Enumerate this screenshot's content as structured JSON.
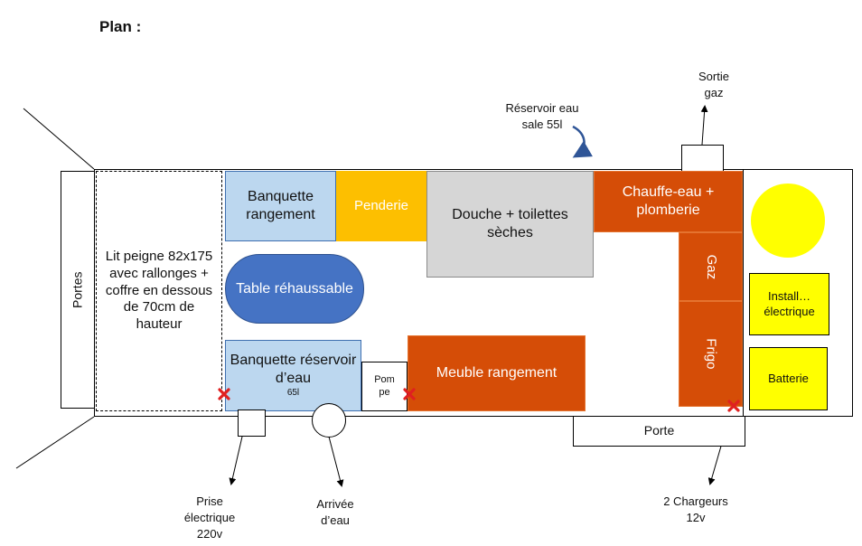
{
  "title": "Plan :",
  "doors_label": "Portes",
  "bed_label": "Lit peigne 82x175 avec rallonges + coffre en dessous de 70cm de hauteur",
  "bench_storage": "Banquette rangement",
  "wardrobe": "Penderie",
  "shower": "Douche + toilettes sèches",
  "water_heater": "Chauffe-eau + plomberie",
  "gas": "Gaz",
  "fridge": "Frigo",
  "table": "Table réhaussable",
  "bench_tank": "Banquette réservoir d’eau",
  "bench_tank_volume": "65l",
  "pump": "Pom pe",
  "storage_unit": "Meuble rangement",
  "electrical": "Install… électrique",
  "battery": "Batterie",
  "side_door": "Porte",
  "grey_water_line1": "Réservoir eau",
  "grey_water_line2": "sale 55l",
  "gas_outlet_line1": "Sortie",
  "gas_outlet_line2": "gaz",
  "outlet_line1": "Prise",
  "outlet_line2": "électrique",
  "outlet_line3": "220v",
  "water_inlet_line1": "Arrivée",
  "water_inlet_line2": "d’eau",
  "chargers_line1": "2 Chargeurs",
  "chargers_line2": "12v",
  "colors": {
    "light_blue": "#bcd7ef",
    "yellow_orange": "#fdbf00",
    "grey": "#d6d6d6",
    "orange": "#d54d07",
    "table_blue": "#4573c4",
    "yellow": "#ffff00",
    "x_marker": "#e02020"
  },
  "icons": [
    "x-marker-icon",
    "arrow-icon",
    "curved-arrow-icon"
  ]
}
